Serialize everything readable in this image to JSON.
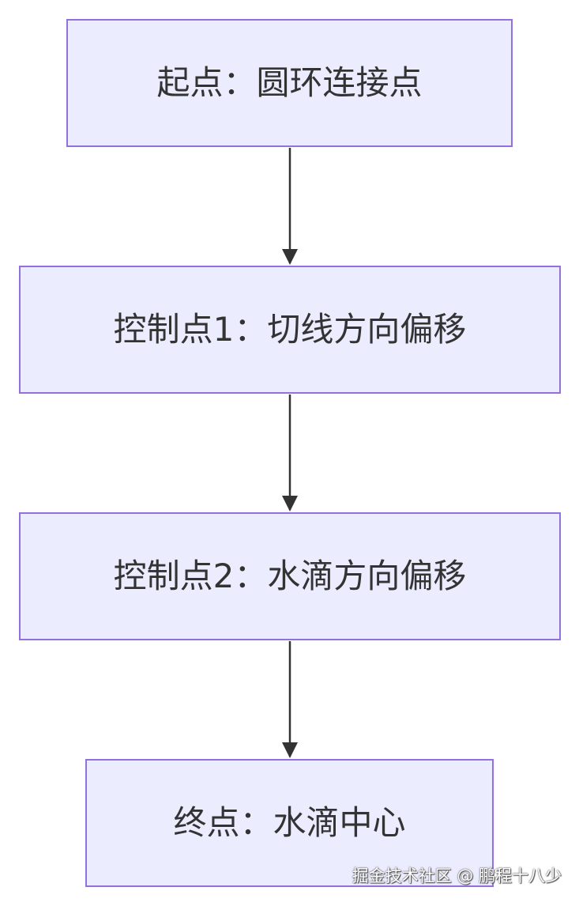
{
  "nodes": {
    "start": "起点：圆环连接点",
    "control1": "控制点1：切线方向偏移",
    "control2": "控制点2：水滴方向偏移",
    "end": "终点：水滴中心"
  },
  "edges": [
    {
      "from": "start",
      "to": "control1"
    },
    {
      "from": "control1",
      "to": "control2"
    },
    {
      "from": "control2",
      "to": "end"
    }
  ],
  "colors": {
    "node_fill": "#ececff",
    "node_border": "#9370db",
    "text": "#333333",
    "edge": "#333333"
  },
  "watermark": "掘金技术社区 @ 鹏程十八少"
}
